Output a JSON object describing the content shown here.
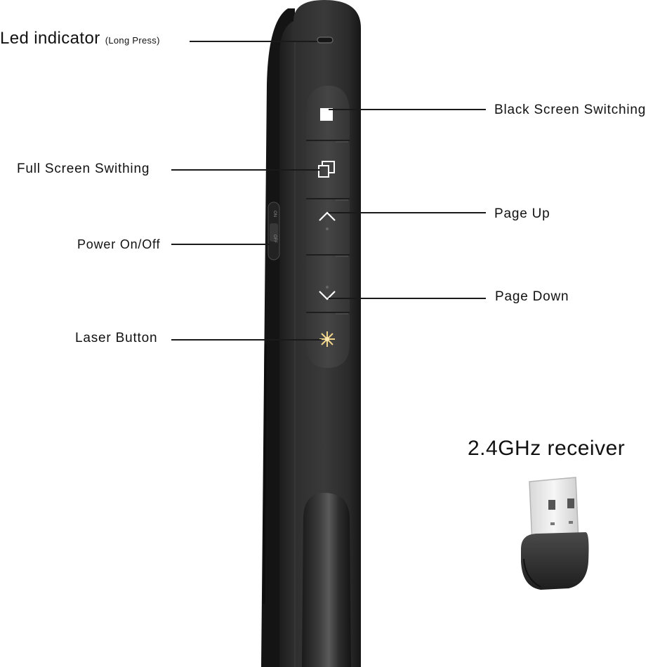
{
  "callouts": {
    "led_indicator": {
      "label": "Led indicator",
      "note": "(Long Press)"
    },
    "black_screen": "Black Screen Switching",
    "full_screen": "Full Screen Swithing",
    "power": "Power On/Off",
    "page_up": "Page Up",
    "page_down": "Page Down",
    "laser": "Laser Button"
  },
  "receiver": {
    "title": "2.4GHz receiver"
  },
  "switch": {
    "on": "ON",
    "off": "OFF"
  },
  "colors": {
    "body": "#2c2c2c",
    "body_highlight": "#4a4a4a",
    "button_panel": "#3d3d3d",
    "laser_icon": "#f0d48a",
    "text": "#111111"
  },
  "icons": [
    "led-indicator-icon",
    "black-screen-icon",
    "full-screen-icon",
    "chevron-up-icon",
    "chevron-down-icon",
    "laser-icon",
    "usb-receiver-icon"
  ]
}
